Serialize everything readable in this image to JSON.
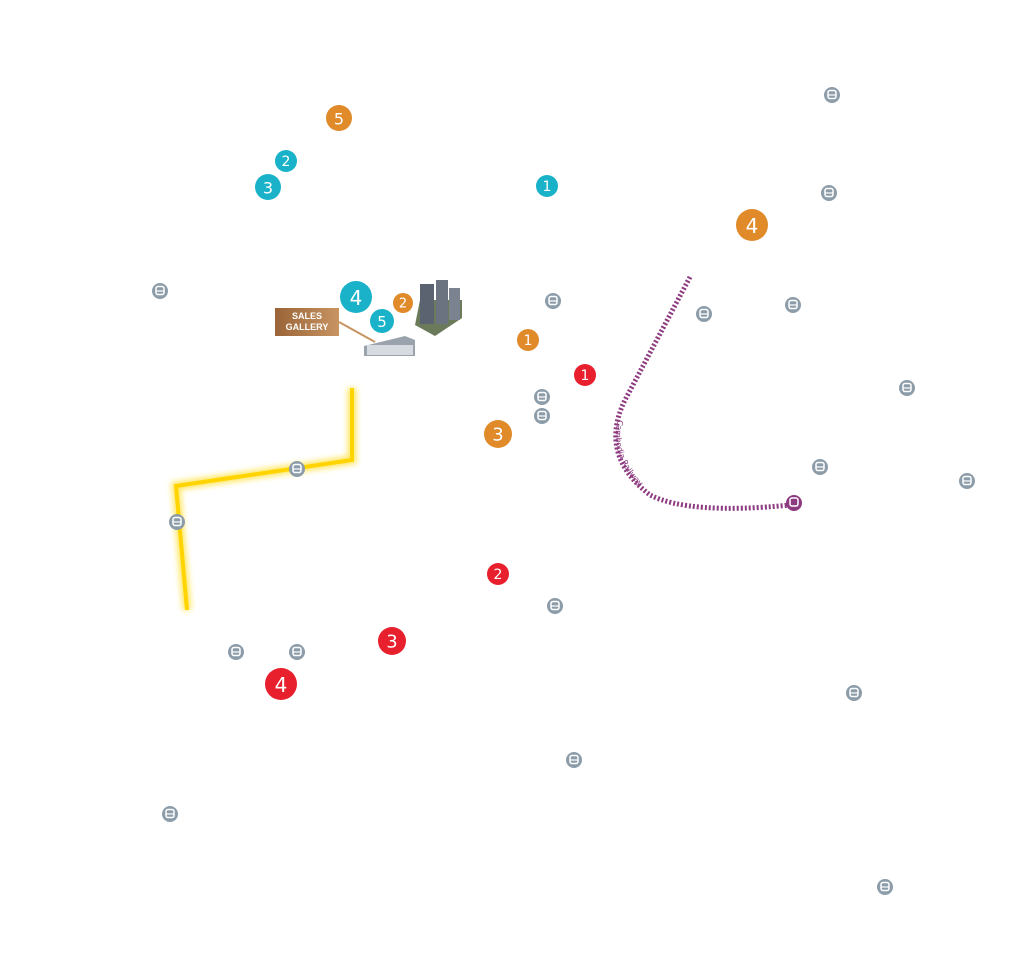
{
  "colors": {
    "teal": "#19b2c9",
    "orange": "#e08a29",
    "red": "#e81f2d",
    "bus": "#8c9ca9",
    "railway": "#8d3a80",
    "road": "#ffd400"
  },
  "sales_gallery": {
    "line1": "SALES",
    "line2": "GALLERY"
  },
  "railway": {
    "label": "Cambodia Railway"
  },
  "markers": {
    "orange": [
      "5",
      "4",
      "2",
      "1",
      "3"
    ],
    "teal": [
      "2",
      "3",
      "1",
      "4",
      "5"
    ],
    "red": [
      "1",
      "2",
      "3",
      "4"
    ]
  }
}
